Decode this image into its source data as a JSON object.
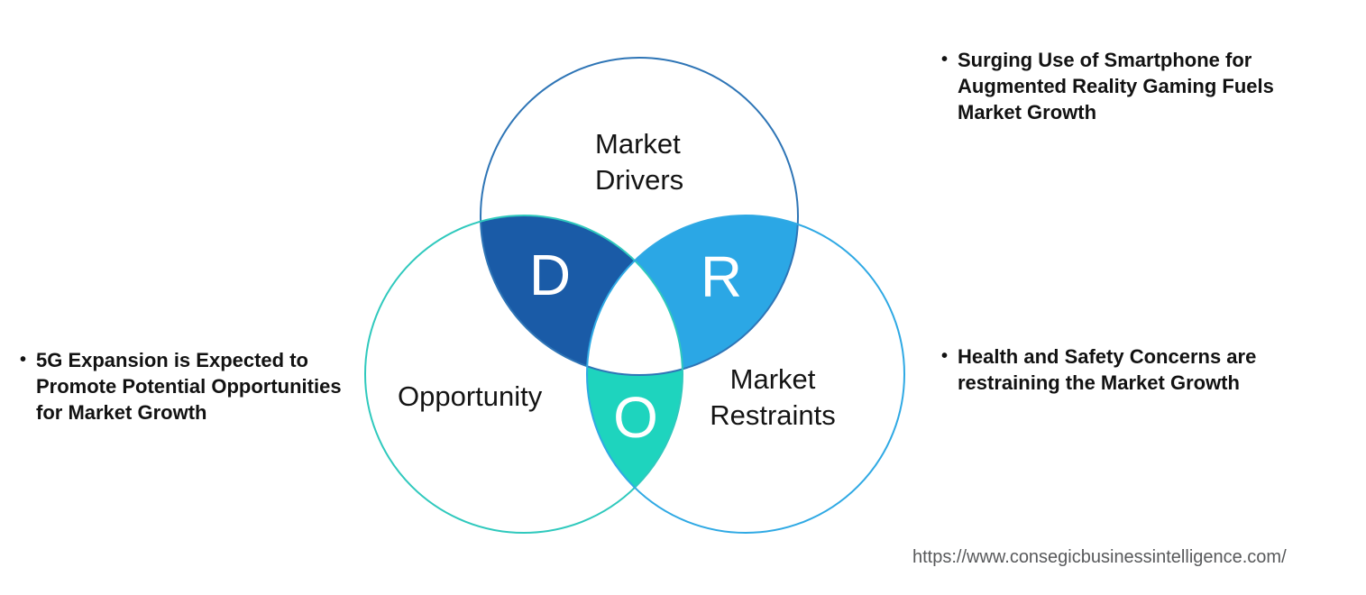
{
  "venn": {
    "circles": [
      {
        "label": "Market\nDrivers",
        "stroke": "#2E75B6"
      },
      {
        "label": "Opportunity",
        "stroke": "#2FC9BD"
      },
      {
        "label": "Market\nRestraints",
        "stroke": "#2FA9E4"
      }
    ],
    "regions": [
      {
        "letter": "D",
        "fill": "#1A5BA7"
      },
      {
        "letter": "R",
        "fill": "#2BA7E5"
      },
      {
        "letter": "O",
        "fill": "#1ED4BE"
      }
    ],
    "center_fill": "#FFFFFF"
  },
  "annotations": {
    "bullet_char": "•",
    "left": "5G Expansion is Expected to\nPromote Potential Opportunities\nfor Market Growth",
    "top_right": "Surging Use of Smartphone for\nAugmented Reality Gaming Fuels\nMarket Growth",
    "right": "Health and Safety Concerns are\nrestraining the Market Growth"
  },
  "footer": {
    "source_url": "https://www.consegicbusinessintelligence.com/"
  }
}
